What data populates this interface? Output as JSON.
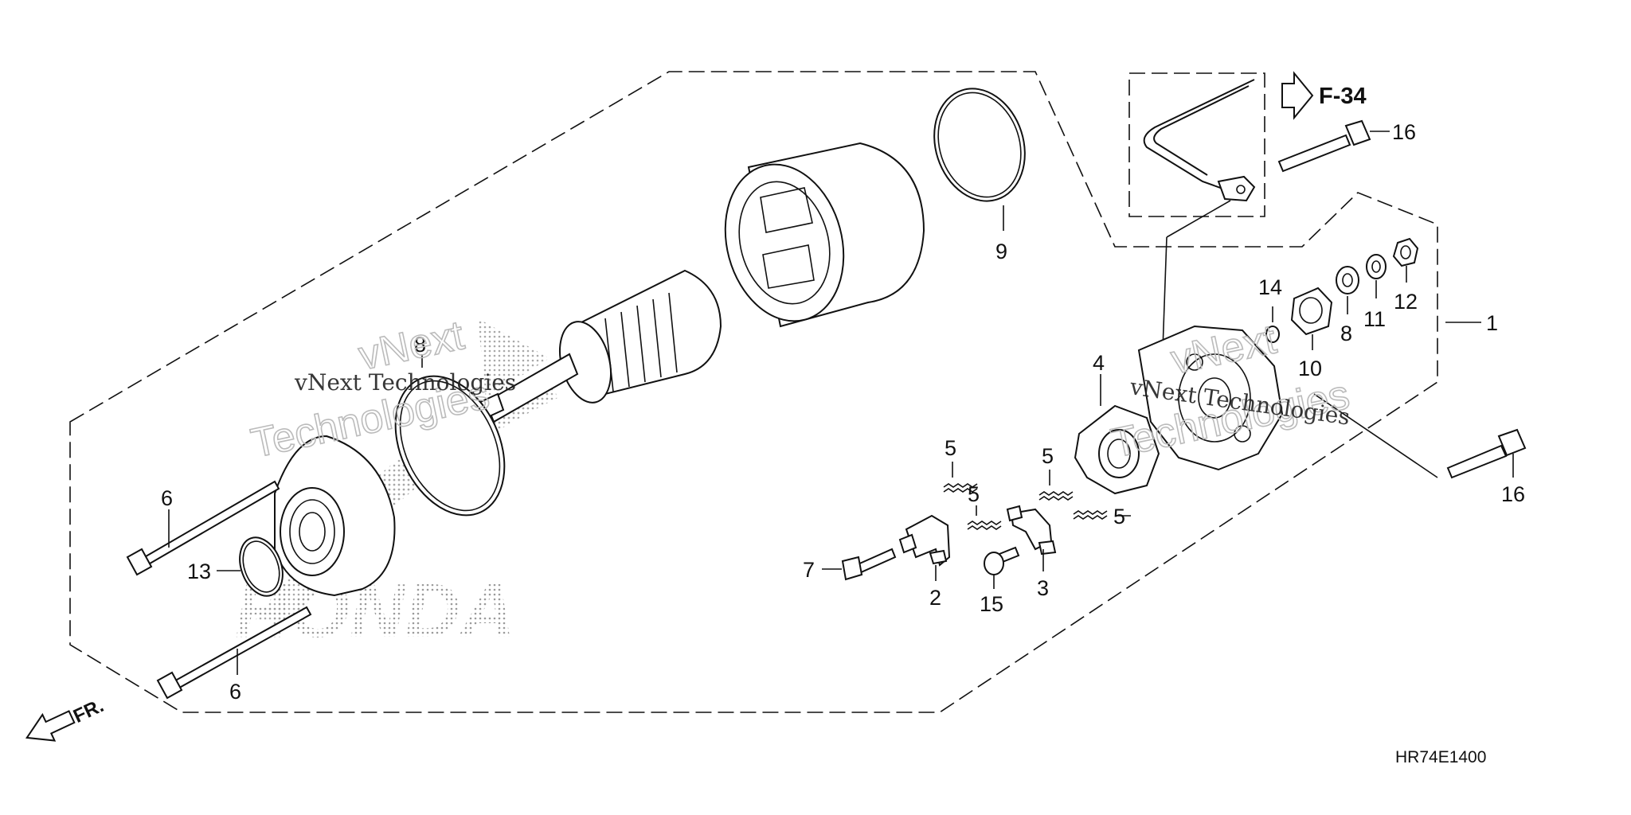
{
  "callouts": [
    {
      "id": "c1",
      "text": "1"
    },
    {
      "id": "c2",
      "text": "2"
    },
    {
      "id": "c3",
      "text": "3"
    },
    {
      "id": "c4",
      "text": "4"
    },
    {
      "id": "c5a",
      "text": "5"
    },
    {
      "id": "c5b",
      "text": "5"
    },
    {
      "id": "c5c",
      "text": "5"
    },
    {
      "id": "c5d",
      "text": "5"
    },
    {
      "id": "c6a",
      "text": "6"
    },
    {
      "id": "c6b",
      "text": "6"
    },
    {
      "id": "c7",
      "text": "7"
    },
    {
      "id": "c8a",
      "text": "8"
    },
    {
      "id": "c8b",
      "text": "8"
    },
    {
      "id": "c9",
      "text": "9"
    },
    {
      "id": "c10",
      "text": "10"
    },
    {
      "id": "c11",
      "text": "11"
    },
    {
      "id": "c12",
      "text": "12"
    },
    {
      "id": "c13",
      "text": "13"
    },
    {
      "id": "c14",
      "text": "14"
    },
    {
      "id": "c15",
      "text": "15"
    },
    {
      "id": "c16a",
      "text": "16"
    },
    {
      "id": "c16b",
      "text": "16"
    }
  ],
  "reference": "F-34",
  "front_marker": "FR.",
  "diagram_code": "HR74E1400",
  "watermark": {
    "text_line": "vNext Technologies",
    "outline_word1": "vNext",
    "outline_word2": "Technologies",
    "brand": "HONDA"
  }
}
